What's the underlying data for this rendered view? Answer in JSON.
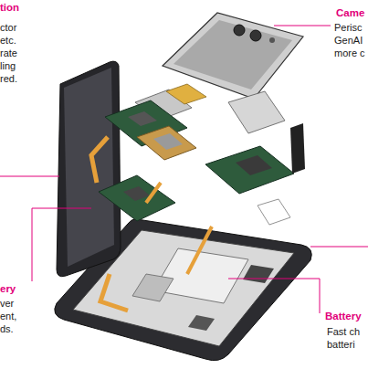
{
  "diagram": {
    "labels": [
      "tion",
      "ctor",
      "etc.",
      "rate",
      "ling",
      "red.",
      "Came",
      "Perisc",
      "GenAI",
      "more c",
      "ery",
      "ver",
      "ent,",
      "ds.",
      "Battery",
      "Fast ch",
      "batteri"
    ]
  }
}
